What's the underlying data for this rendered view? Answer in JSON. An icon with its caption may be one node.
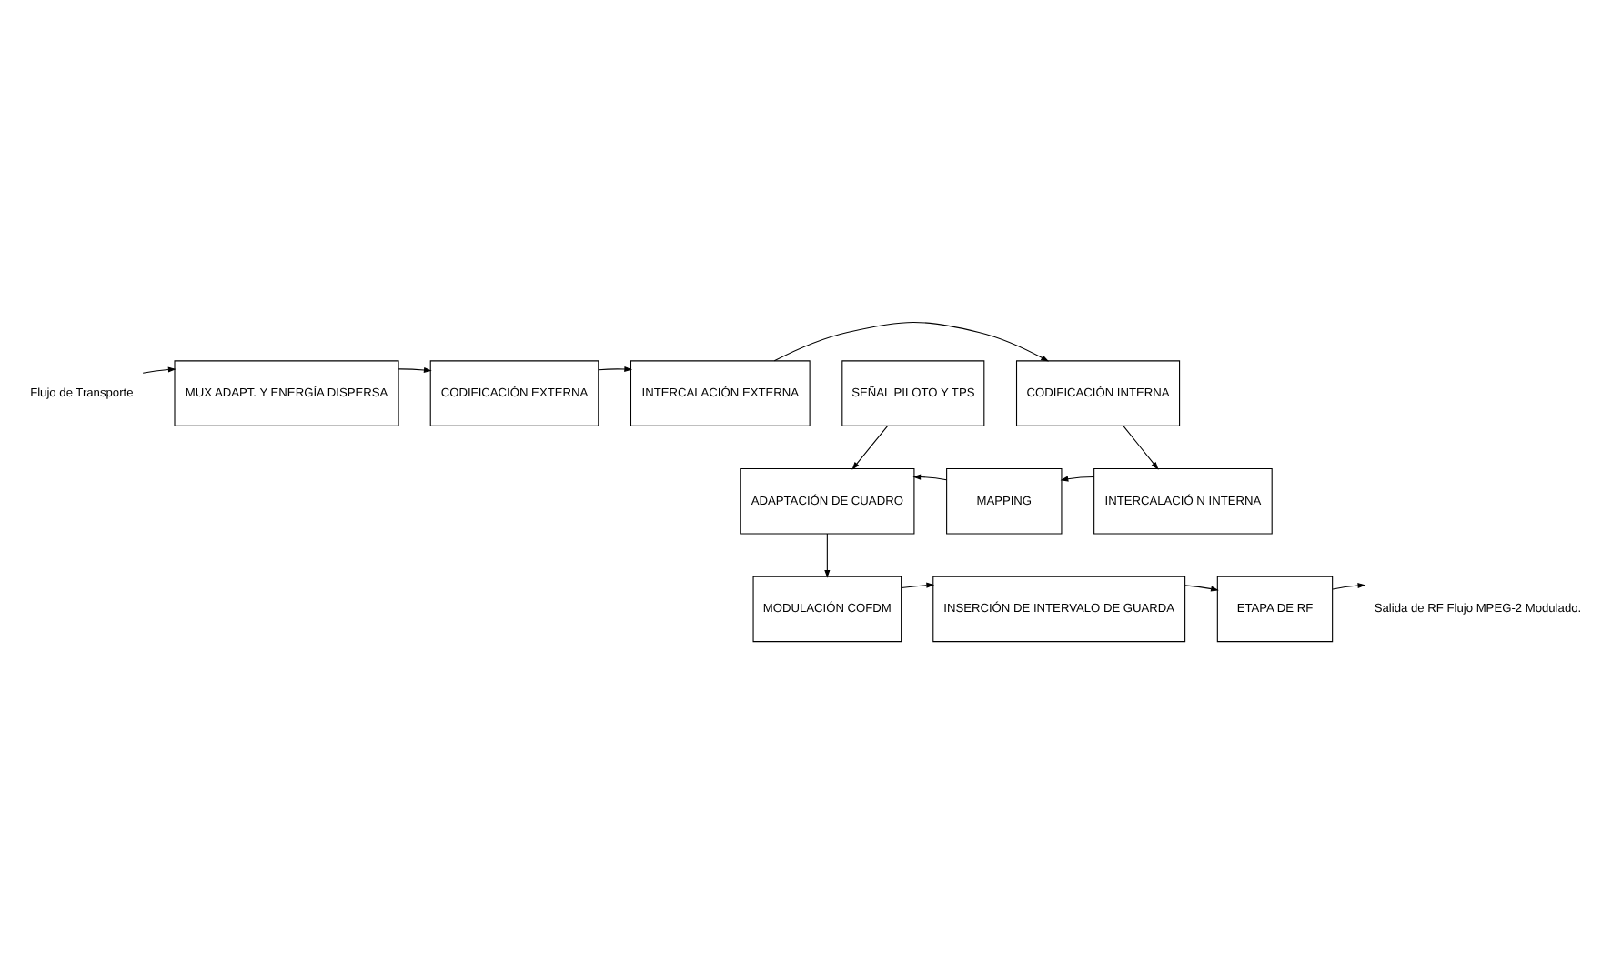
{
  "diagram": {
    "nodes": [
      {
        "text": [
          "Flujo de Transporte"
        ]
      },
      {
        "text": [
          "MUX ADAPT. Y ENERGÍA DISPERSA"
        ]
      },
      {
        "text": [
          "CODIFICACIÓN EXTERNA"
        ]
      },
      {
        "text": [
          "INTERCALACIÓN EXTERNA"
        ]
      },
      {
        "text": [
          "CODIFICACIÓN INTERNA"
        ]
      },
      {
        "text": [
          "ADAPTACIÓN DE CUADRO"
        ]
      },
      {
        "text": [
          "MAPPING"
        ]
      },
      {
        "text": [
          "INTERCALACIÓ N INTERNA"
        ]
      },
      {
        "text": [
          "SEÑAL PILOTO Y TPS"
        ]
      },
      {
        "text": [
          "MODULACIÓN COFDM"
        ]
      },
      {
        "text": [
          "INSERCIÓN DE INTERVALO DE GUARDA"
        ]
      },
      {
        "text": [
          "ETAPA DE RF"
        ]
      },
      {
        "text": [
          "Salida de RF Flujo MPEG-2 Modulado."
        ]
      }
    ],
    "edges": [
      {
        "from": 0,
        "to": 1,
        "arrow": "to"
      },
      {
        "from": 1,
        "to": 2,
        "arrow": "to"
      },
      {
        "from": 2,
        "to": 3,
        "arrow": "to"
      },
      {
        "from": 3,
        "to": 4,
        "arrow": "to"
      },
      {
        "from": 4,
        "to": 7,
        "arrow": "to"
      },
      {
        "from": 7,
        "to": 6,
        "arrow": "to"
      },
      {
        "from": 6,
        "to": 5,
        "arrow": "to"
      },
      {
        "from": 8,
        "to": 5,
        "arrow": "to"
      },
      {
        "from": 5,
        "to": 9,
        "arrow": "to"
      },
      {
        "from": 9,
        "to": 10,
        "arrow": "to"
      },
      {
        "from": 10,
        "to": 11,
        "arrow": "to"
      },
      {
        "from": 11,
        "to": 12,
        "arrow": "to"
      }
    ]
  }
}
